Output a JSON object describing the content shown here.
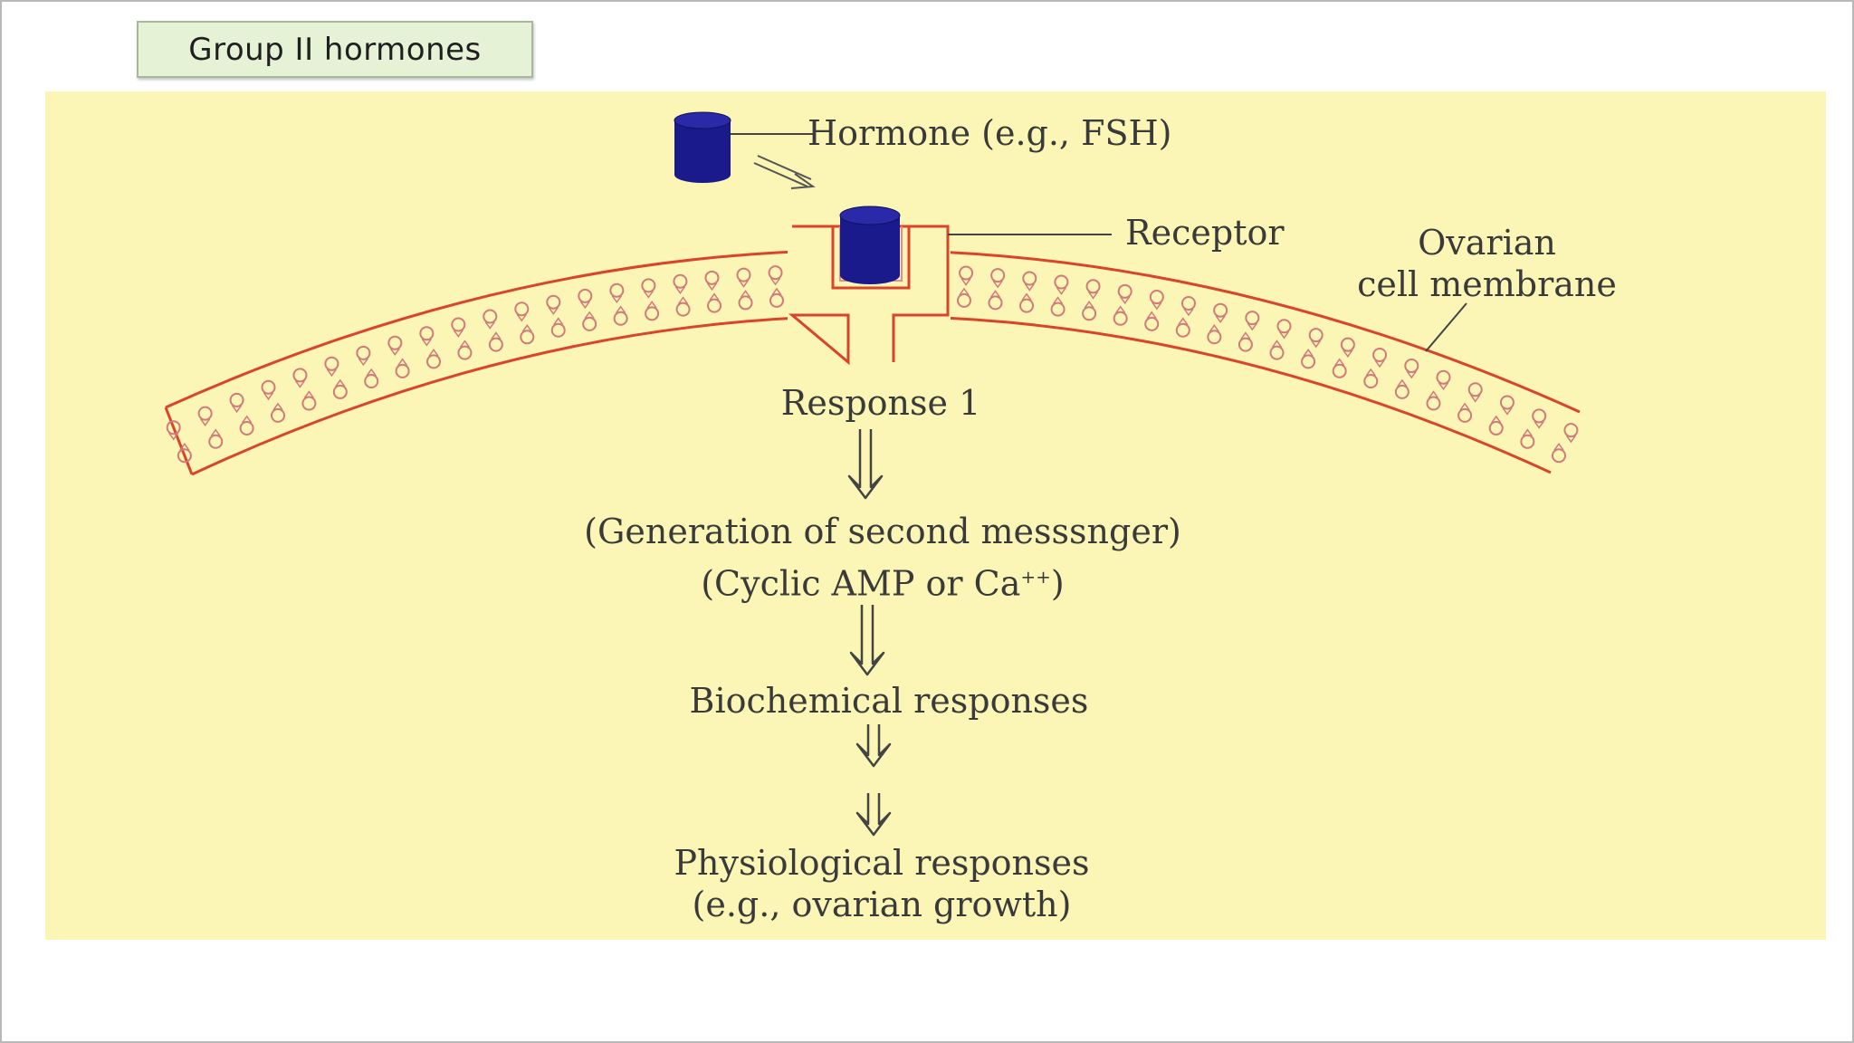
{
  "slide": {
    "title": "Group II hormones"
  },
  "diagram": {
    "hormone_label": "Hormone (e.g., FSH)",
    "receptor_label": "Receptor",
    "membrane_label_line1": "Ovarian",
    "membrane_label_line2": "cell membrane",
    "response1": "Response 1",
    "second_messenger_line1": "(Generation of second messsnger)",
    "second_messenger_line2_prefix": "(Cyclic AMP or Ca",
    "second_messenger_line2_sup": "++",
    "second_messenger_line2_suffix": ")",
    "biochemical": "Biochemical responses",
    "physiological_line1": "Physiological responses",
    "physiological_line2": "(e.g., ovarian growth)"
  },
  "colors": {
    "panel_background": "#fbf6b5",
    "membrane_stroke": "#d9442a",
    "lipid_heads": "#d07a7a",
    "hormone_fill": "#1a1a8c",
    "title_box_fill": "#e6f2d6"
  }
}
